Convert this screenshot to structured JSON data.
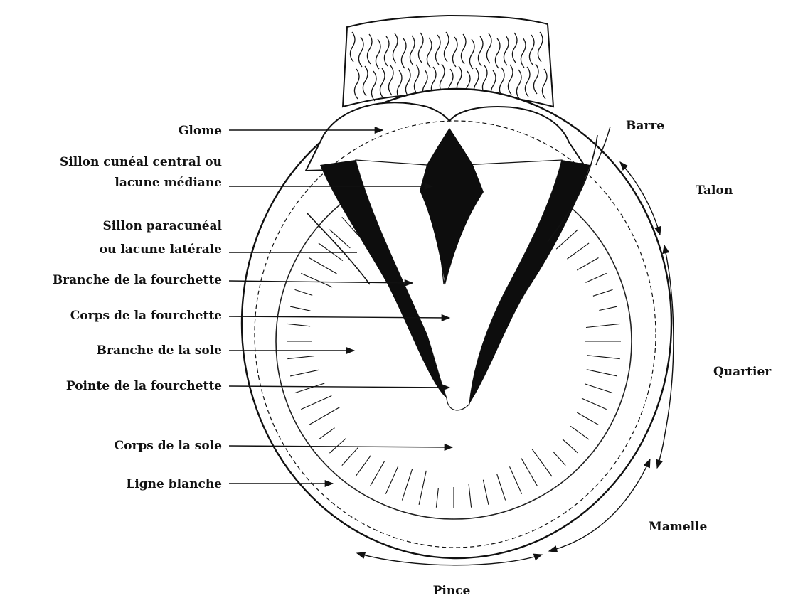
{
  "left_labels": [
    {
      "id": "glome",
      "lines": [
        "Glome"
      ]
    },
    {
      "id": "sillon-cuneal-central",
      "lines": [
        "Sillon cunéal central ou",
        "lacune médiane"
      ]
    },
    {
      "id": "sillon-paracuneal",
      "lines": [
        "Sillon paracunéal",
        "ou lacune latérale"
      ]
    },
    {
      "id": "branche-fourchette",
      "lines": [
        "Branche de la fourchette"
      ]
    },
    {
      "id": "corps-fourchette",
      "lines": [
        "Corps de la fourchette"
      ]
    },
    {
      "id": "branche-sole",
      "lines": [
        "Branche de la sole"
      ]
    },
    {
      "id": "pointe-fourchette",
      "lines": [
        "Pointe de la fourchette"
      ]
    },
    {
      "id": "corps-sole",
      "lines": [
        "Corps de la sole"
      ]
    },
    {
      "id": "ligne-blanche",
      "lines": [
        "Ligne blanche"
      ]
    }
  ],
  "right_labels": {
    "barre": "Barre",
    "talon": "Talon",
    "quartier": "Quartier",
    "mamelle": "Mamelle"
  },
  "bottom_labels": {
    "pince": "Pince"
  }
}
